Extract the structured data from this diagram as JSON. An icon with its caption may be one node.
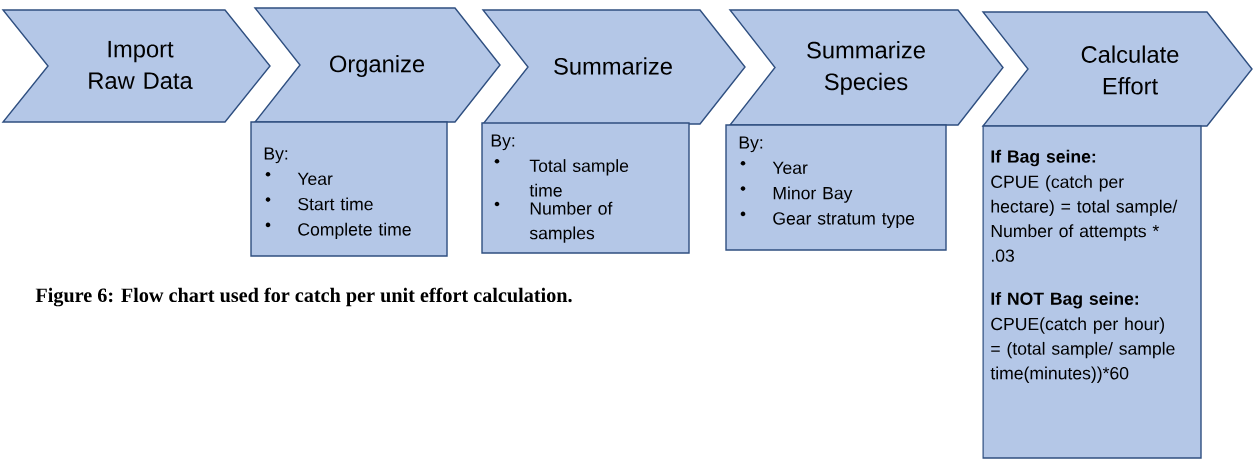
{
  "diagram": {
    "caption": "Figure 6: Flow chart used for catch per unit effort calculation.",
    "nodes": [
      {
        "text": [
          "Import Raw Data"
        ]
      },
      {
        "text": [
          "Organize"
        ]
      },
      {
        "text": [
          "Summarize"
        ]
      },
      {
        "text": [
          "Summarize Species"
        ]
      },
      {
        "text": [
          "Calculate Effort"
        ]
      },
      {
        "text": [
          "By:",
          "Year",
          "Start time",
          "Complete time"
        ]
      },
      {
        "text": [
          "By:",
          "Total sample time",
          "Number of samples"
        ]
      },
      {
        "text": [
          "By:",
          "Year",
          "Minor Bay",
          "Gear stratum type"
        ]
      },
      {
        "text": [
          "If Bag seine:",
          "CPUE (catch per hectare) = total sample/ Number of attempts * .03",
          "If NOT Bag seine:",
          "CPUE(catch per hour) = (total sample/ sample time(minutes))*60"
        ]
      }
    ]
  }
}
